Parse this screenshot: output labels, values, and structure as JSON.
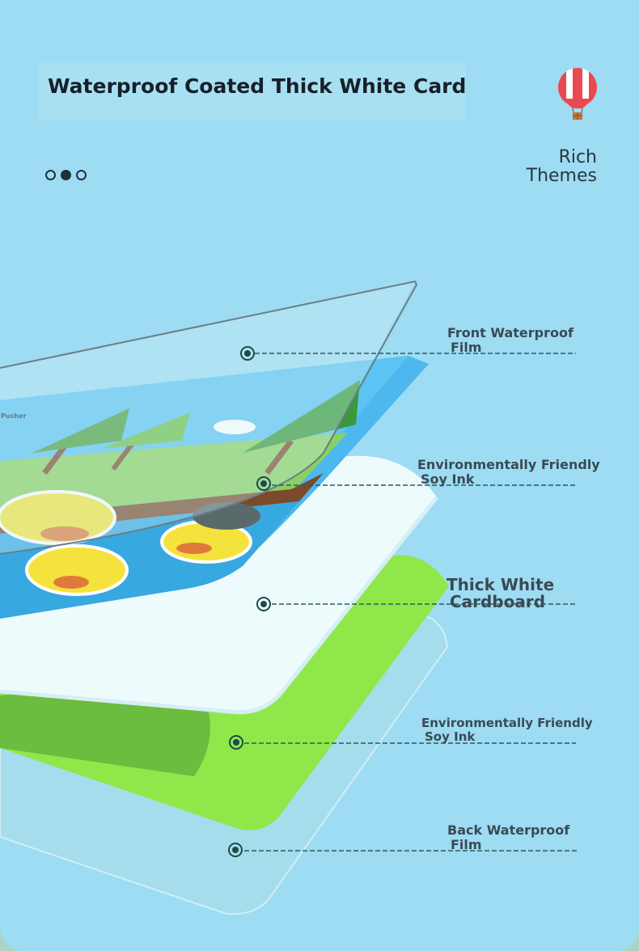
{
  "header": {
    "title": "Waterproof Coated Thick White Card"
  },
  "subheader": {
    "line1": "Rich",
    "line2": "Themes"
  },
  "pager": {
    "count": 3,
    "active_index": 1
  },
  "layers": {
    "front_film": {
      "line1": "Front Waterproof",
      "line2": "Film"
    },
    "soy_ink_top": {
      "line1": "Environmentally Friendly",
      "line2": "Soy Ink"
    },
    "cardboard": {
      "line1": "Thick White",
      "line2": "Cardboard"
    },
    "soy_ink_bottom": {
      "line1": "Environmentally Friendly",
      "line2": "Soy Ink"
    },
    "back_film": {
      "line1": "Back Waterproof",
      "line2": "Film"
    }
  },
  "illustration": {
    "logo_text": "Pusher"
  },
  "colors": {
    "background": "#9ddcf2",
    "text_dark": "#172028",
    "label_text": "#3a4a55",
    "green_layer": "#8ee84a",
    "leader_line": "#2c5a5e"
  }
}
